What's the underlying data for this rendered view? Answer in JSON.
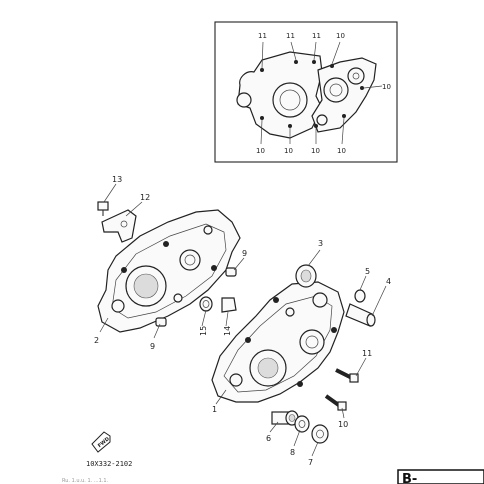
{
  "figure_code": "10X332-2102",
  "page_tab": "B-",
  "fwd_mark": "FWD",
  "inset_labels": {
    "l11a": "11",
    "l11b": "11",
    "l11c": "11",
    "l10top": "10",
    "l10right": "10",
    "l10b1": "10",
    "l10b2": "10",
    "l10b3": "10",
    "l10b4": "10"
  },
  "labels": {
    "p1": "1",
    "p2": "2",
    "p3": "3",
    "p4": "4",
    "p5": "5",
    "p6": "6",
    "p7": "7",
    "p8": "8",
    "p9a": "9",
    "p9b": "9",
    "p10": "10",
    "p11": "11",
    "p12": "12",
    "p13": "13",
    "p14": "14",
    "p15": "15"
  },
  "footer_text": "Ru. 1.u.u. 1. ...1.1."
}
